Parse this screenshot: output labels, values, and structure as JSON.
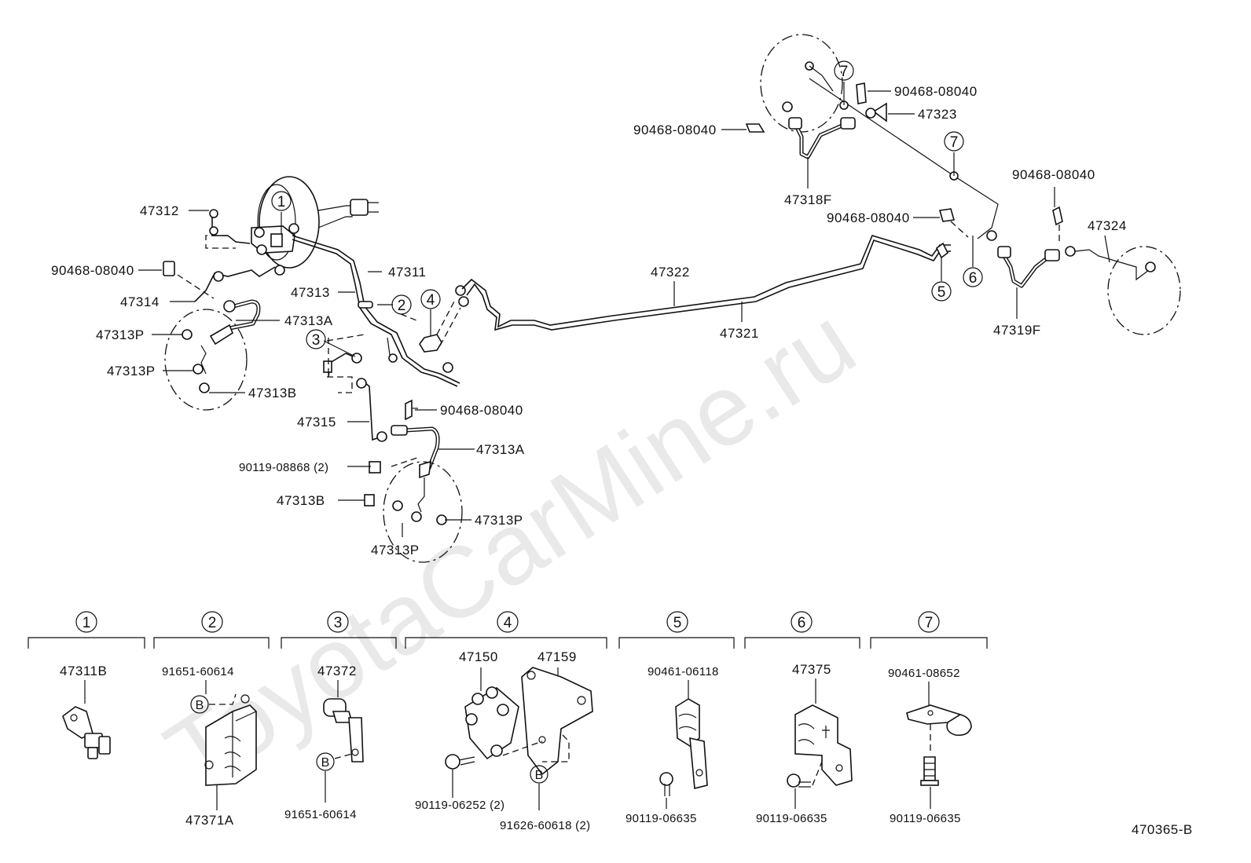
{
  "watermark": "ToyotaCarMine.ru",
  "diagram_code": "470365-B",
  "labels": {
    "l47312": "47312",
    "l90468_left": "90468-08040",
    "l47314": "47314",
    "l47313P_a": "47313P",
    "l47313A_a": "47313A",
    "l47313P_b": "47313P",
    "l47313B_a": "47313B",
    "l47311": "47311",
    "l47313": "47313",
    "l47315": "47315",
    "l90468_mid": "90468-08040",
    "l47313A_b": "47313A",
    "l90119_08868": "90119-08868 (2)",
    "l47313B_b": "47313B",
    "l47313P_c": "47313P",
    "l47313P_d": "47313P",
    "l47322": "47322",
    "l47321": "47321",
    "l90468_tr1": "90468-08040",
    "l47323": "47323",
    "l90468_tr2": "90468-08040",
    "l47318F": "47318F",
    "l90468_tr3": "90468-08040",
    "l90468_tr4": "90468-08040",
    "l47324": "47324",
    "l47319F": "47319F"
  },
  "callouts": {
    "c1": "1",
    "c2": "2",
    "c3": "3",
    "c4": "4",
    "c5": "5",
    "c6": "6",
    "c7a": "7",
    "c7b": "7"
  },
  "details": [
    {
      "num": "1",
      "parts": [
        "47311B"
      ]
    },
    {
      "num": "2",
      "parts": [
        "91651-60614",
        "B",
        "47371A"
      ]
    },
    {
      "num": "3",
      "parts": [
        "47372",
        "B",
        "91651-60614"
      ]
    },
    {
      "num": "4",
      "parts": [
        "47150",
        "47159",
        "90119-06252 (2)",
        "B",
        "91626-60618 (2)"
      ]
    },
    {
      "num": "5",
      "parts": [
        "90461-06118",
        "90119-06635"
      ]
    },
    {
      "num": "6",
      "parts": [
        "47375",
        "90119-06635"
      ]
    },
    {
      "num": "7",
      "parts": [
        "90461-08652",
        "90119-06635"
      ]
    }
  ]
}
